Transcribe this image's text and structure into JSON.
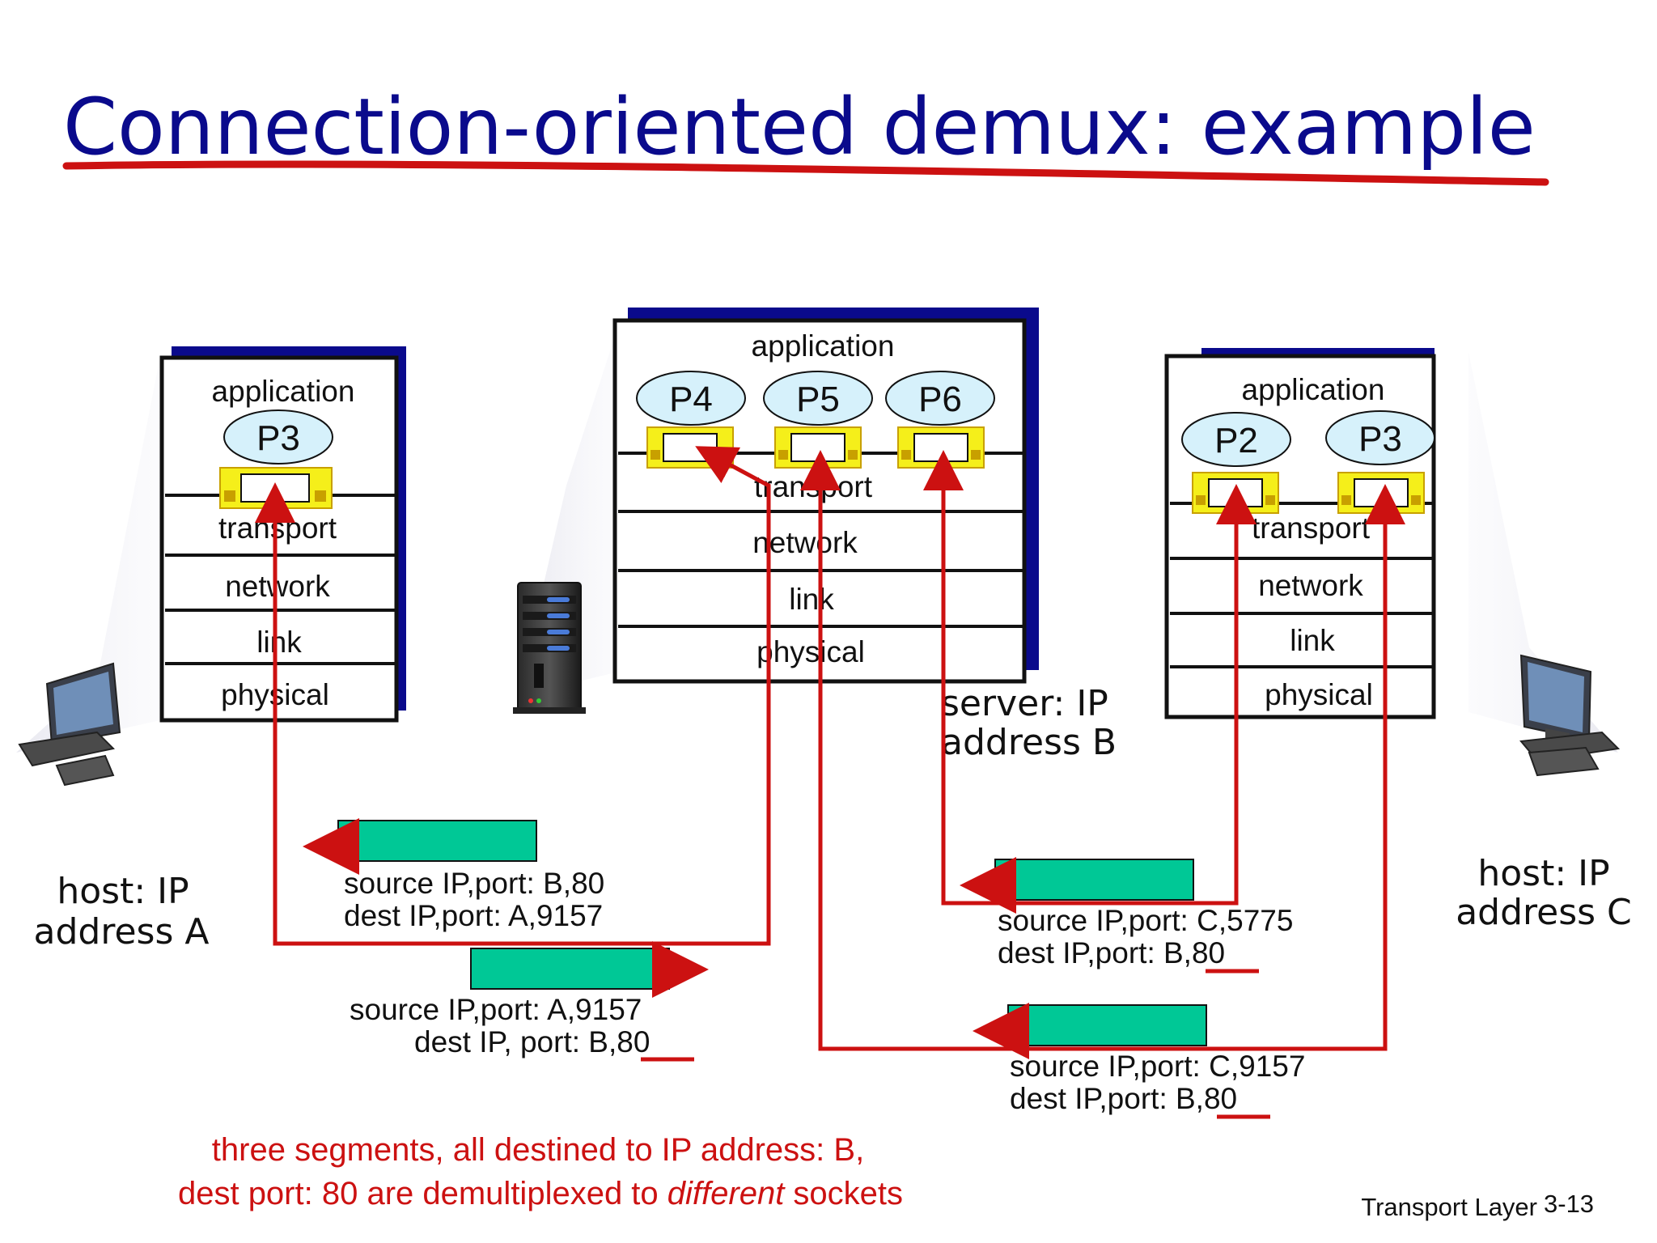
{
  "title": "Connection-oriented demux: example",
  "colors": {
    "title": "#0a0a8c",
    "accent_red": "#cc1111",
    "segment_fill": "#00c896",
    "socket_fill": "#f5ef1a",
    "socket_edge": "#c8a000",
    "process_fill": "#d6f1fb",
    "stack_shadow": "#0a0a8c",
    "caption": "#cc1111"
  },
  "host_a": {
    "layers": [
      "application",
      "transport",
      "network",
      "link",
      "physical"
    ],
    "processes": [
      "P3"
    ],
    "label_line1": "host: IP",
    "label_line2": "address A"
  },
  "server": {
    "layers": [
      "application",
      "transport",
      "network",
      "link",
      "physical"
    ],
    "processes": [
      "P4",
      "P5",
      "P6"
    ],
    "label_line1": "server: IP",
    "label_line2": "address B"
  },
  "host_c": {
    "layers": [
      "application",
      "transport",
      "network",
      "link",
      "physical"
    ],
    "processes": [
      "P2",
      "P3"
    ],
    "label_line1": "host: IP",
    "label_line2": "address C"
  },
  "segments": {
    "seg1": {
      "line1": "source IP,port: B,80",
      "line2": "dest IP,port: A,9157"
    },
    "seg2": {
      "line1": "source IP,port: A,9157",
      "line2": "dest IP, port: B,",
      "port": "80"
    },
    "seg3": {
      "line1": "source IP,port: C,5775",
      "line2": "dest IP,port: B,",
      "port": "80"
    },
    "seg4": {
      "line1": "source IP,port: C,9157",
      "line2": "dest IP,port: B,",
      "port": "80"
    }
  },
  "caption": {
    "line1": "three segments, all destined to IP address: B,",
    "line2_a": "dest port: 80 are demultiplexed to ",
    "line2_em": "different",
    "line2_b": " sockets"
  },
  "footer": {
    "label": "Transport Layer",
    "page": "3-13"
  }
}
